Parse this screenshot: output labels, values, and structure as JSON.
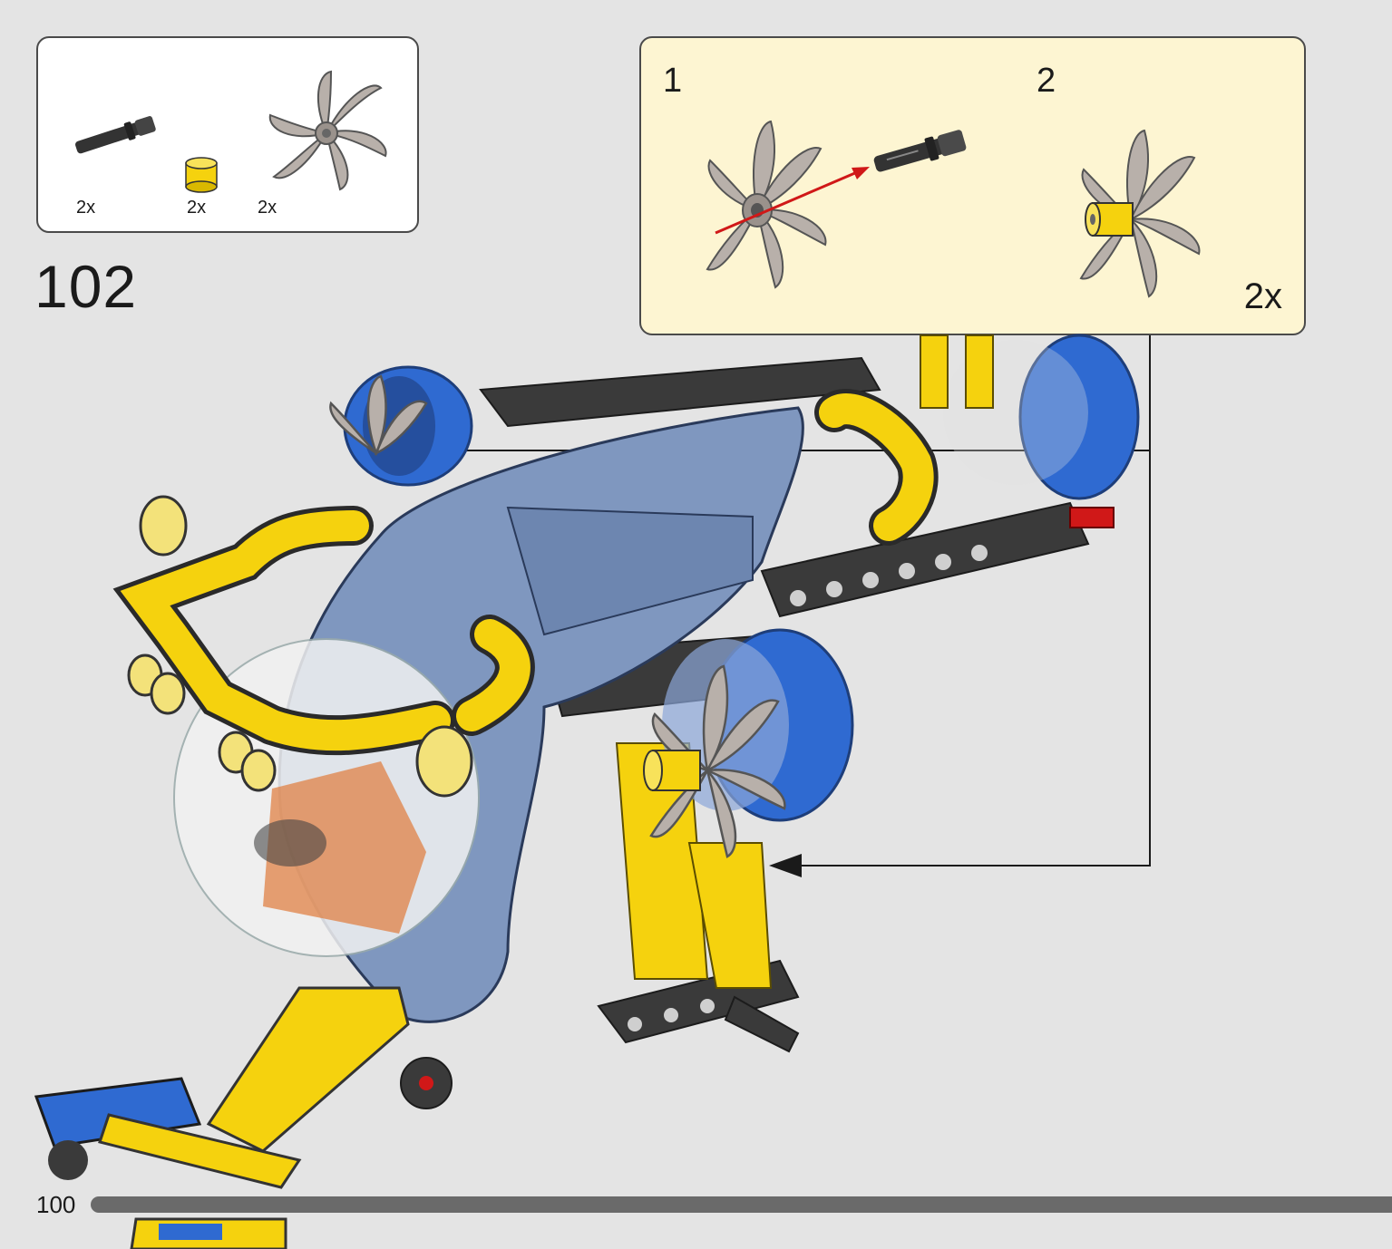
{
  "parts_list": {
    "items": [
      {
        "name": "axle-pin-icon",
        "qty": "2x"
      },
      {
        "name": "yellow-bush-icon",
        "qty": "2x"
      },
      {
        "name": "propeller-icon",
        "qty": "2x"
      }
    ]
  },
  "step": {
    "number": "102"
  },
  "sub_assembly": {
    "steps": [
      "1",
      "2"
    ],
    "multiplier": "2x",
    "colors": {
      "background": "#fdf5d2",
      "arrow": "#d01818"
    }
  },
  "footer": {
    "page_number": "100"
  },
  "colors": {
    "blue": "#2f6ad1",
    "yellow": "#f5d20e",
    "dark_gray": "#3a3a3a",
    "slate": "#7f97bf",
    "propeller": "#b8b0aa"
  }
}
